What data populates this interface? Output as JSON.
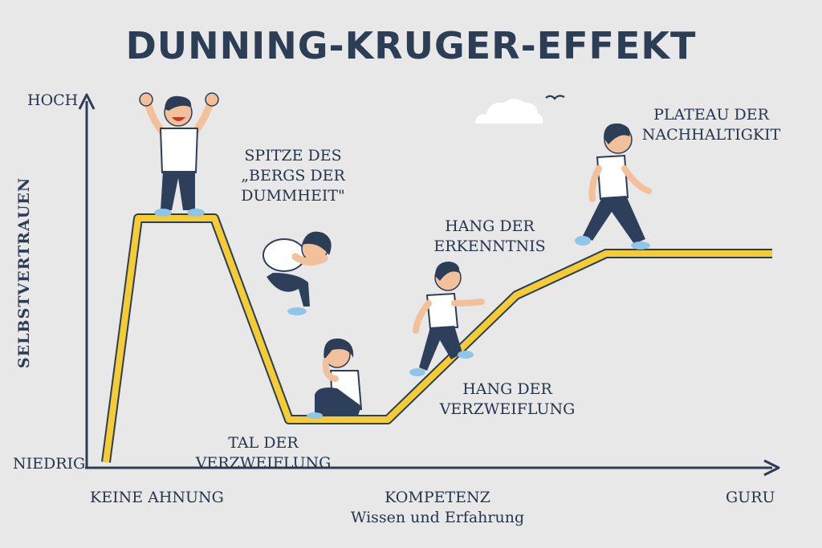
{
  "title": "DUNNING-KRUGER-EFFEKT",
  "axes": {
    "y_label": "SELBSTVERTRAUEN",
    "y_high": "HOCH",
    "y_low": "NIEDRIG",
    "x_left": "KEINE AHNUNG",
    "x_center_1": "KOMPETENZ",
    "x_center_2": "Wissen und Erfahrung",
    "x_right": "GURU"
  },
  "stages": {
    "peak_1": "SPITZE DES",
    "peak_2": "„BERGS DER",
    "peak_3": "DUMMHEIT\"",
    "valley_1": "TAL DER",
    "valley_2": "VERZWEIFLUNG",
    "slope_despair_1": "HANG DER",
    "slope_despair_2": "VERZWEIFLUNG",
    "slope_insight_1": "HANG DER",
    "slope_insight_2": "ERKENNTNIS",
    "plateau_1": "PLATEAU DER",
    "plateau_2": "NACHHALTIGKIT"
  },
  "colors": {
    "curve": "#f5cc33",
    "curve_outline": "#2c3e55",
    "skin": "#f2c09a",
    "hair": "#2c3e55",
    "pants": "#2e3f5c",
    "shirt": "#ffffff",
    "shoes": "#8ec5e8"
  }
}
